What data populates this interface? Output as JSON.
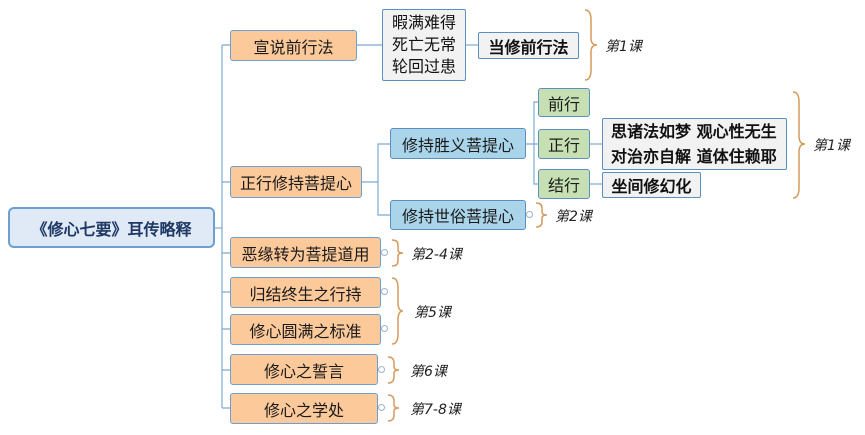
{
  "root": {
    "label": "《修心七要》耳传略释"
  },
  "branches": {
    "b1": {
      "label": "宣说前行法"
    },
    "b2": {
      "label": "正行修持菩提心"
    },
    "b3": {
      "label": "恶缘转为菩提道用"
    },
    "b4": {
      "label": "归结终生之行持"
    },
    "b5": {
      "label": "修心圆满之标准"
    },
    "b6": {
      "label": "修心之誓言"
    },
    "b7": {
      "label": "修心之学处"
    }
  },
  "prelim": {
    "lines": [
      "暇满难得",
      "死亡无常",
      "轮回过患"
    ],
    "leaf": "当修前行法"
  },
  "ultimate": {
    "label": "修持胜义菩提心",
    "pre": "前行",
    "main": "正行",
    "main_lines": [
      "思诸法如梦  观心性无生",
      "对治亦自解  道体住赖耶"
    ],
    "post": "结行",
    "post_leaf": "坐间修幻化"
  },
  "relative": {
    "label": "修持世俗菩提心"
  },
  "notes": {
    "n1": "第1课",
    "n2": "第1课",
    "n3": "第2课",
    "n4": "第2-4课",
    "n5": "第5课",
    "n6": "第6课",
    "n7": "第7-8课"
  },
  "colors": {
    "line": "#6f9fcf",
    "brace": "#d4813a",
    "root_fill": "#dfeaf6",
    "orange_fill": "#fcc99a",
    "blue_fill": "#a9d4ea",
    "green_fill": "#c6e0b4",
    "leaf_fill": "#f2f2f2"
  }
}
